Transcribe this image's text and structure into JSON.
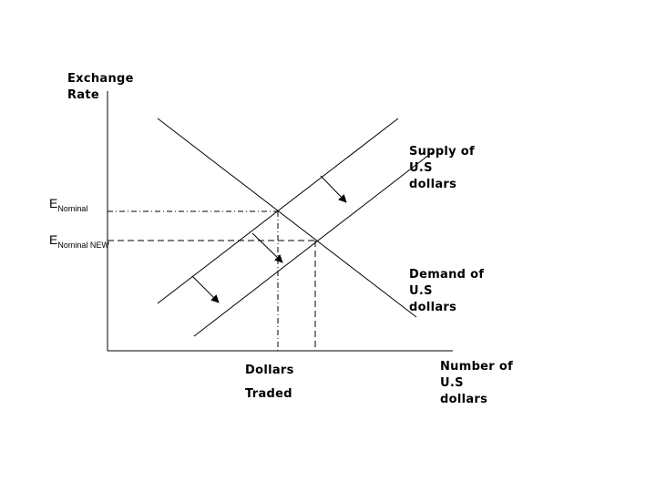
{
  "y_axis_label": [
    "Exchange",
    "Rate"
  ],
  "x_axis_label": [
    "Number of",
    "U.S",
    "dollars"
  ],
  "supply_label": [
    "Supply of",
    "U.S",
    "dollars"
  ],
  "demand_label": [
    "Demand of",
    "U.S",
    "dollars"
  ],
  "e_nominal": {
    "main": "E",
    "sub": "Nominal"
  },
  "e_nominal_new": {
    "main": "E",
    "sub": "Nominal NEW"
  },
  "dollars_traded": [
    "Dollars",
    "Traded"
  ],
  "colors": {
    "lines": "#000000",
    "background": "#ffffff"
  }
}
